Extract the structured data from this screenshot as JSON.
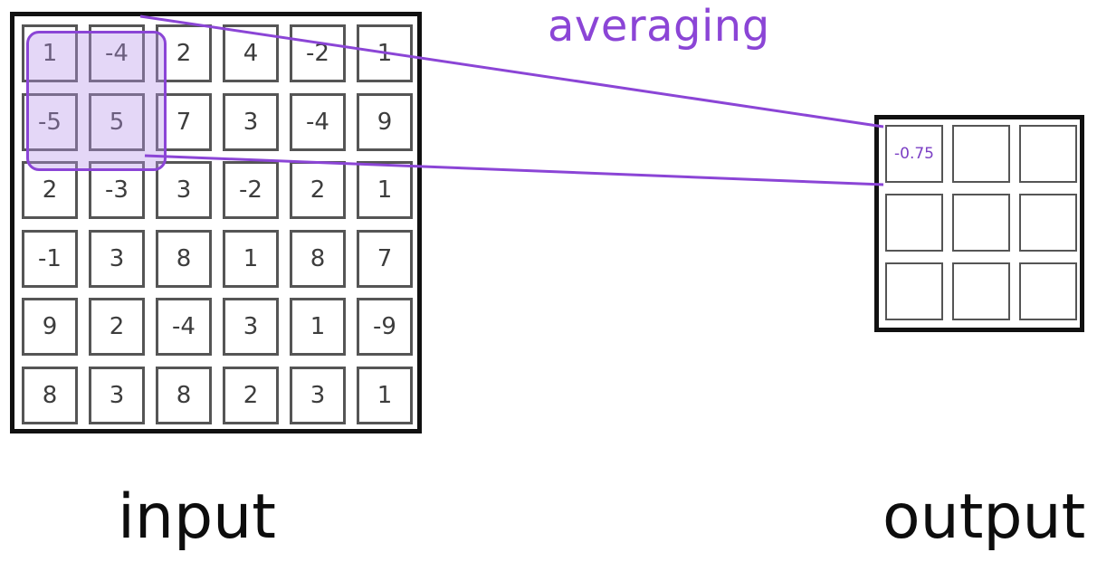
{
  "title": "averaging",
  "input": {
    "label": "input",
    "rows": [
      [
        "1",
        "-4",
        "2",
        "4",
        "-2",
        "1"
      ],
      [
        "-5",
        "5",
        "7",
        "3",
        "-4",
        "9"
      ],
      [
        "2",
        "-3",
        "3",
        "-2",
        "2",
        "1"
      ],
      [
        "-1",
        "3",
        "8",
        "1",
        "8",
        "7"
      ],
      [
        "9",
        "2",
        "-4",
        "3",
        "1",
        "-9"
      ],
      [
        "8",
        "3",
        "8",
        "2",
        "3",
        "1"
      ]
    ]
  },
  "output": {
    "label": "output",
    "rows": [
      [
        "-0.75",
        "",
        ""
      ],
      [
        "",
        "",
        ""
      ],
      [
        "",
        "",
        ""
      ]
    ]
  },
  "colors": {
    "accent": "#8b45d6",
    "highlight_fill": "#d9c8f2",
    "grid_border": "#111111",
    "cell_border": "#555555"
  }
}
